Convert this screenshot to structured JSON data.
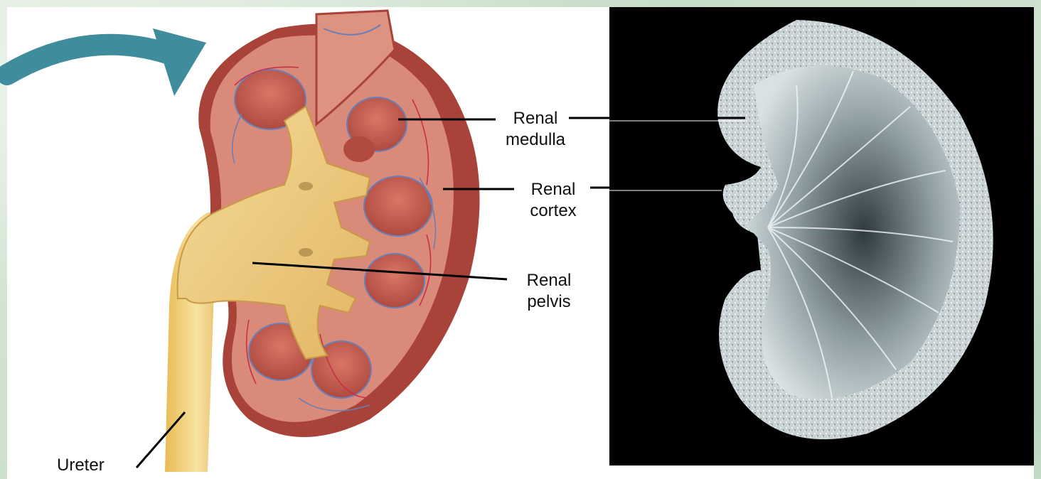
{
  "labels": {
    "medulla": [
      "Renal",
      "medulla"
    ],
    "cortex": [
      "Renal",
      "cortex"
    ],
    "pelvis": [
      "Renal",
      "pelvis"
    ],
    "ureter": "Ureter"
  },
  "colors": {
    "arrow": "#3f8c9c",
    "capsule": "#a9433a",
    "cortex": "#d98a78",
    "pyramid": "#c0574a",
    "pelvis": "#f1d58d",
    "vessel_red": "#c8304a",
    "vessel_blue": "#6a7fb8",
    "photo_bg": "#000000",
    "photo_tissue": "#cfd6d8"
  }
}
